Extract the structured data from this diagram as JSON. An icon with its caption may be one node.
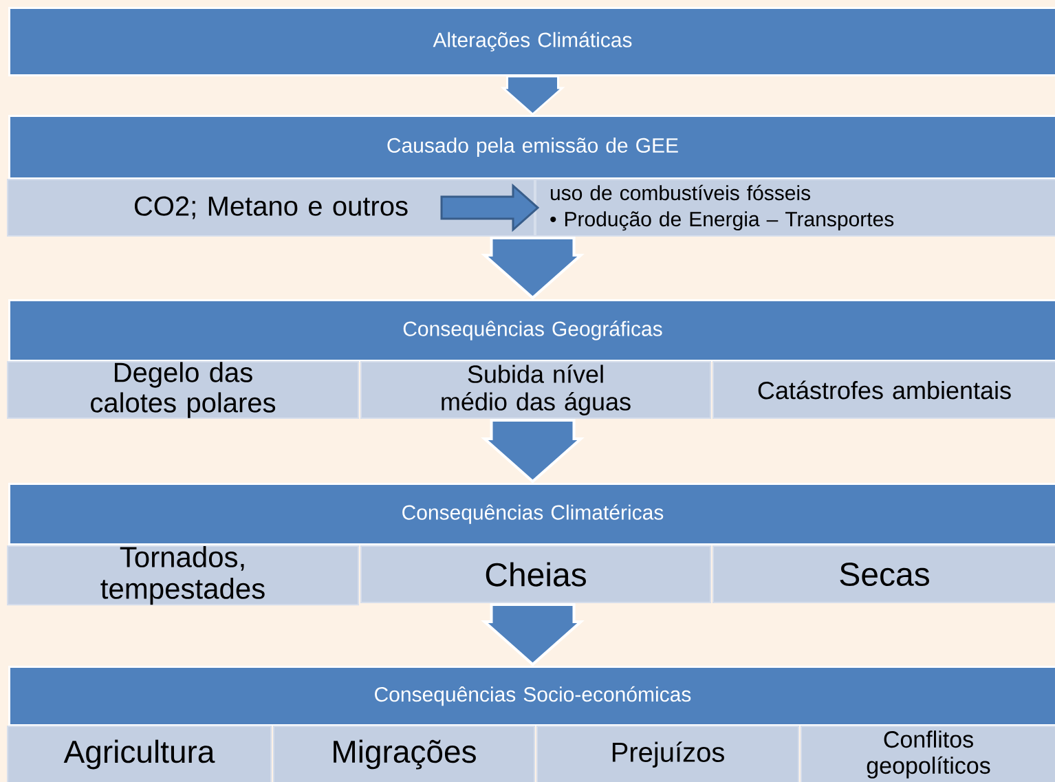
{
  "diagram": {
    "nodes": [
      {
        "text": [
          "Alterações Climáticas"
        ]
      },
      {
        "text": [
          "Causado pela emissão de GEE"
        ]
      },
      {
        "text": [
          "CO2; Metano e outros"
        ]
      },
      {
        "text": [
          "uso de combustíveis fósseis",
          "• Produção de Energia – Transportes"
        ]
      },
      {
        "text": [
          "Consequências Geográficas"
        ]
      },
      {
        "text": [
          "Degelo das calotes polares"
        ]
      },
      {
        "text": [
          "Subida nível médio das águas"
        ]
      },
      {
        "text": [
          "Catástrofes ambientais"
        ]
      },
      {
        "text": [
          "Consequências Climatéricas"
        ]
      },
      {
        "text": [
          "Tornados, tempestades"
        ]
      },
      {
        "text": [
          "Cheias"
        ]
      },
      {
        "text": [
          "Secas"
        ]
      },
      {
        "text": [
          "Consequências Socio-económicas"
        ]
      },
      {
        "text": [
          "Agricultura"
        ]
      },
      {
        "text": [
          "Migrações"
        ]
      },
      {
        "text": [
          "Prejuízos"
        ]
      },
      {
        "text": [
          "Conflitos geopolíticos"
        ]
      }
    ],
    "edges": [
      {
        "from": 0,
        "to": 1,
        "arrow": "to"
      },
      {
        "from": 2,
        "to": 3,
        "arrow": "to"
      },
      {
        "from": 1,
        "to": 4,
        "arrow": "to"
      },
      {
        "from": 6,
        "to": 8,
        "arrow": "to"
      },
      {
        "from": 10,
        "to": 12,
        "arrow": "to"
      }
    ]
  }
}
